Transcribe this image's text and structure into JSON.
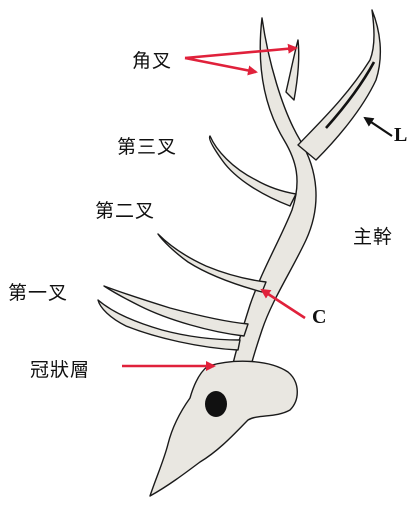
{
  "labels": {
    "tine_tip": "角叉",
    "third_tine": "第三叉",
    "second_tine": "第二叉",
    "first_tine": "第一叉",
    "main_beam": "主幹",
    "coronet": "冠狀層",
    "letter_L": "L",
    "letter_C": "C"
  },
  "colors": {
    "arrow_red": "#e0213b",
    "arrow_black": "#111111",
    "antler_fill": "#e9e7e1",
    "antler_outline": "#1a1a1a"
  }
}
